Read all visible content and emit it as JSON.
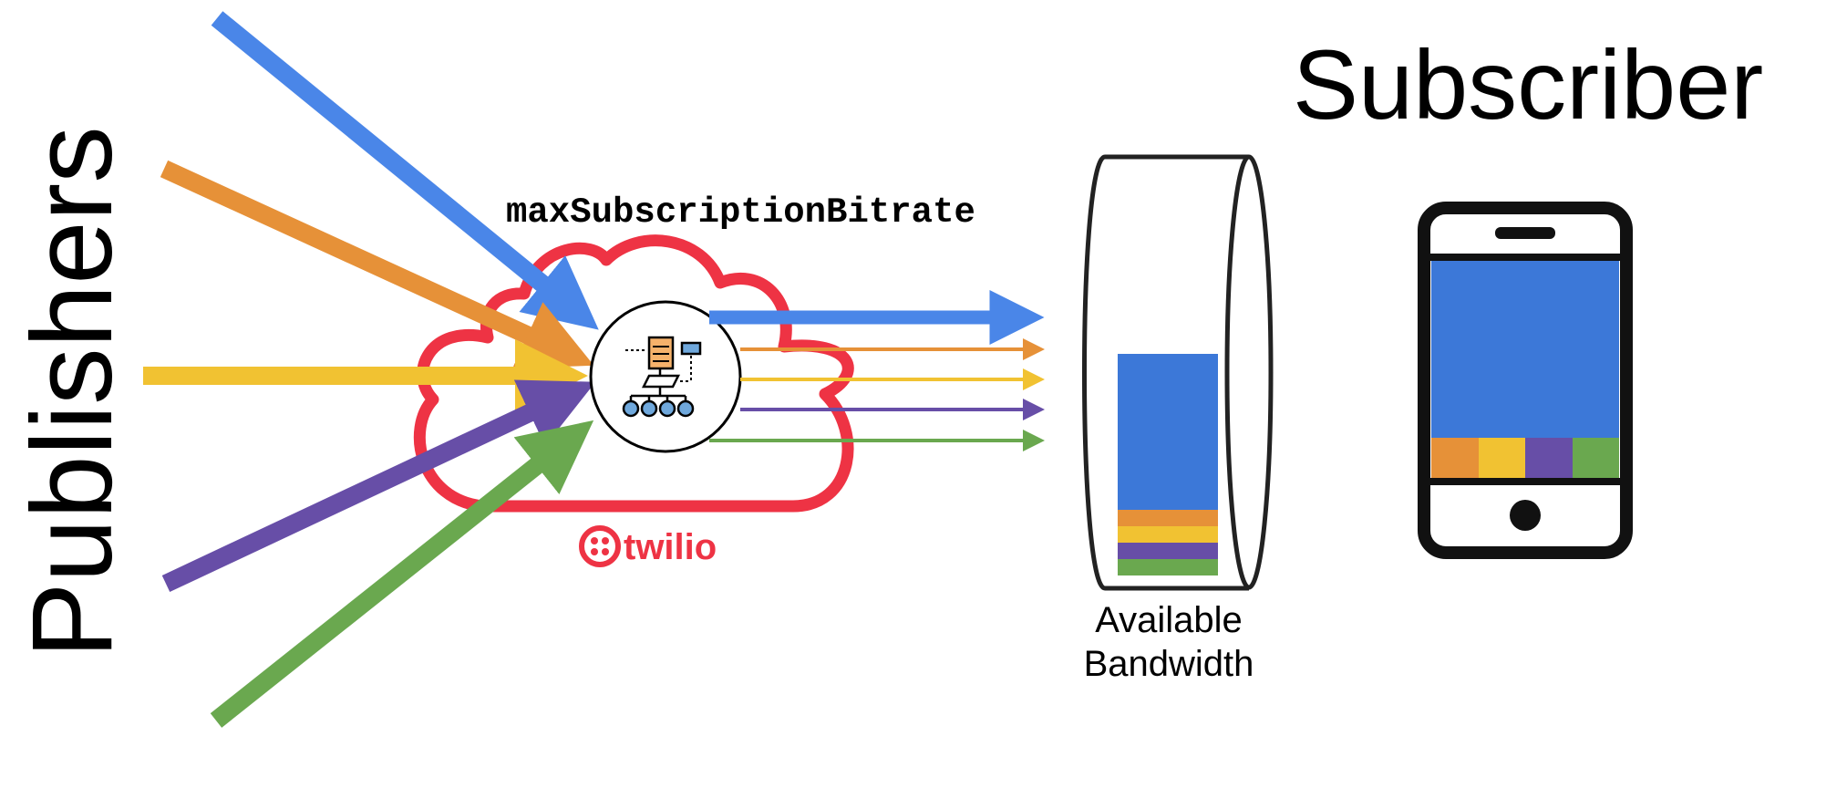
{
  "labels": {
    "publishers": "Publishers",
    "subscriber": "Subscriber",
    "parameter": "maxSubscriptionBitrate",
    "bandwidth_line1": "Available",
    "bandwidth_line2": "Bandwidth",
    "brand": "twilio"
  },
  "colors": {
    "blue": "#4a86e8",
    "orange": "#e69138",
    "yellow": "#f1c232",
    "purple": "#674ea7",
    "green": "#6aa84f",
    "cloud_red": "#ee3344",
    "bandwidth_blue": "#3c78d8"
  },
  "streams": [
    "blue",
    "orange",
    "yellow",
    "purple",
    "green"
  ],
  "icons": {
    "cloud": "cloud-icon",
    "router": "stream-router-icon",
    "bandwidth": "bandwidth-cylinder-icon",
    "phone": "smartphone-icon",
    "brand": "twilio-logo-icon"
  }
}
